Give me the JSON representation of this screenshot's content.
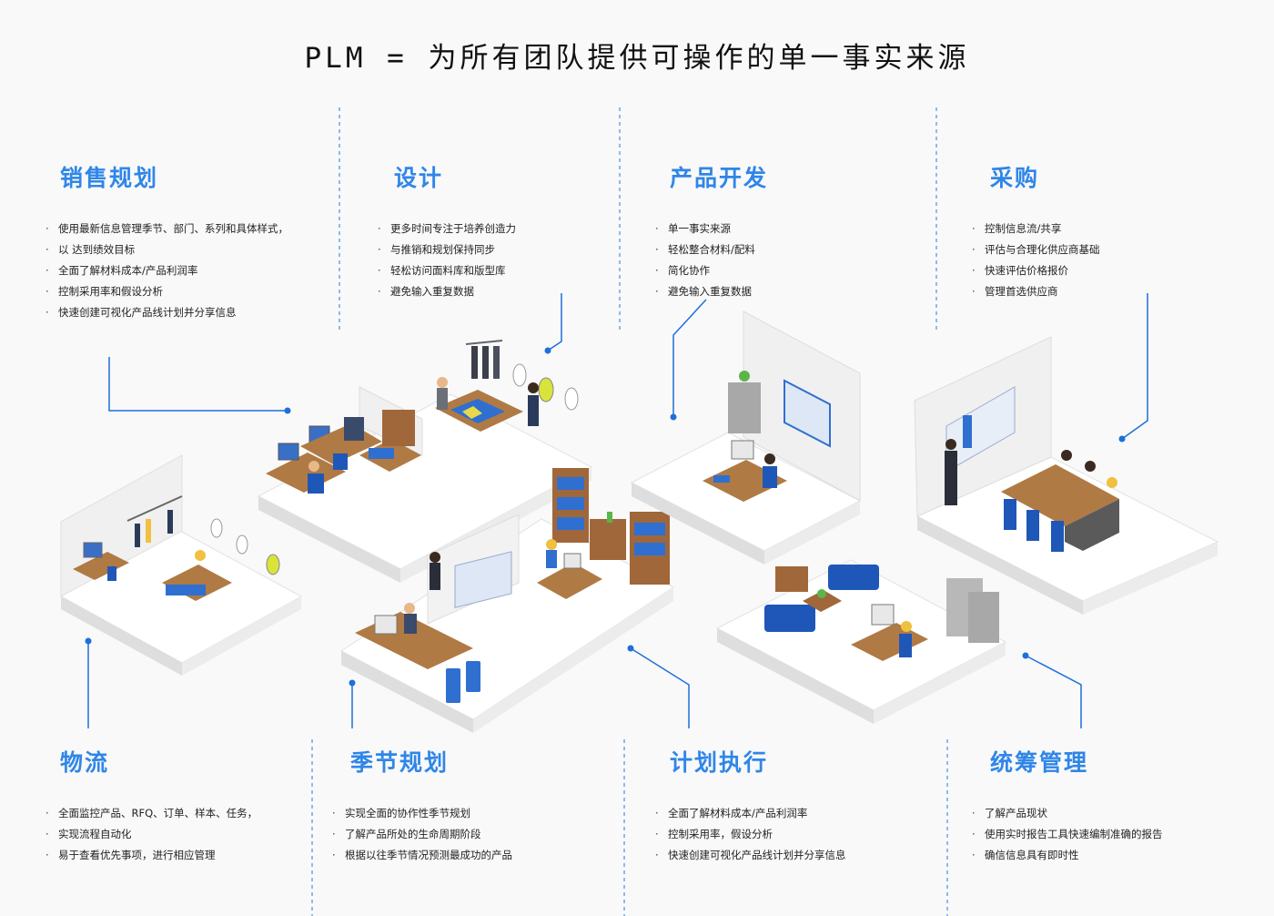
{
  "title": "PLM  =  为所有团队提供可操作的单一事实来源",
  "sections": [
    {
      "title": "销售规划",
      "items": [
        "使用最新信息管理季节、部门、系列和具体样式，",
        "以 达到绩效目标",
        "全面了解材料成本/产品利润率",
        "控制采用率和假设分析",
        "快速创建可视化产品线计划并分享信息"
      ]
    },
    {
      "title": "设计",
      "items": [
        "更多时间专注于培养创造力",
        "与推销和规划保持同步",
        "轻松访问面料库和版型库",
        "避免输入重复数据"
      ]
    },
    {
      "title": "产品开发",
      "items": [
        "单一事实来源",
        "轻松整合材料/配料",
        "简化协作",
        "避免输入重复数据"
      ]
    },
    {
      "title": "采购",
      "items": [
        "控制信息流/共享",
        "评估与合理化供应商基础",
        "快速评估价格报价",
        "管理首选供应商"
      ]
    },
    {
      "title": "物流",
      "items": [
        "全面监控产品、RFQ、订单、样本、任务，",
        "实现流程自动化",
        "易于查看优先事项，进行相应管理"
      ]
    },
    {
      "title": "季节规划",
      "items": [
        "实现全面的协作性季节规划",
        "了解产品所处的生命周期阶段",
        "根据以往季节情况预测最成功的产品"
      ]
    },
    {
      "title": "计划执行",
      "items": [
        "全面了解材料成本/产品利润率",
        "控制采用率，假设分析",
        "快速创建可视化产品线计划并分享信息"
      ]
    },
    {
      "title": "统筹管理",
      "items": [
        "了解产品现状",
        "使用实时报告工具快速编制准确的报告",
        "确信信息具有即时性"
      ]
    }
  ],
  "colors": {
    "accent": "#2f86e8",
    "line": "#1e6fd9",
    "wood": "#b07a45",
    "chairBlue": "#1f57b8",
    "floor": "#ffffff"
  }
}
